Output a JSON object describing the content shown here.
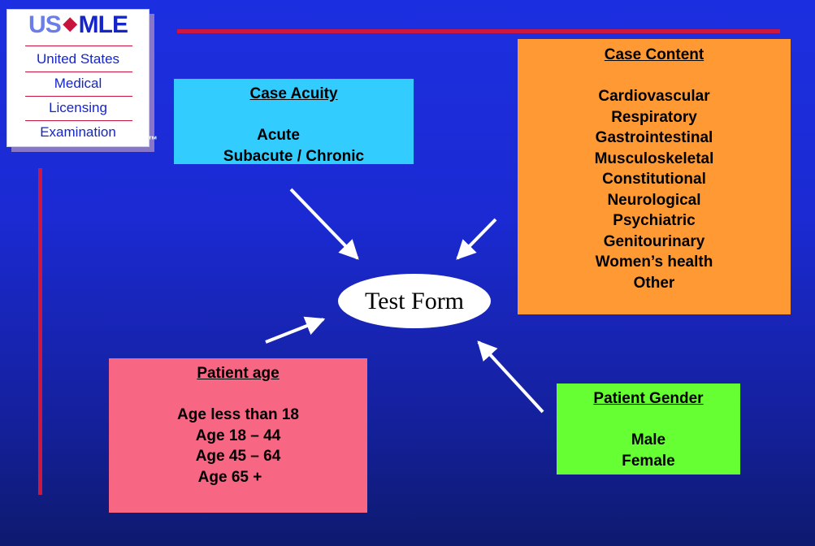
{
  "logo": {
    "title_us": "US",
    "title_diamond": "◆",
    "title_mle": "MLE",
    "lines": [
      "United States",
      "Medical",
      "Licensing",
      "Examination"
    ],
    "trademark": "™"
  },
  "colors": {
    "background": "#1b2ad2",
    "accent_red": "#cc1840",
    "acuity_box": "#33ccff",
    "content_box": "#ff9933",
    "age_box": "#f76682",
    "gender_box": "#66ff33"
  },
  "center_node": {
    "label": "Test Form"
  },
  "case_acuity": {
    "heading": "Case Acuity",
    "items": [
      "Acute",
      "Subacute / Chronic"
    ]
  },
  "case_content": {
    "heading": "Case Content",
    "items": [
      "Cardiovascular",
      "Respiratory",
      "Gastrointestinal",
      "Musculoskeletal",
      "Constitutional",
      "Neurological",
      "Psychiatric",
      "Genitourinary",
      "Women’s health",
      "Other"
    ]
  },
  "patient_age": {
    "heading": "Patient age",
    "items": [
      "Age less than 18",
      "Age 18 – 44",
      "Age 45 – 64",
      "Age 65 +"
    ]
  },
  "patient_gender": {
    "heading": "Patient Gender",
    "items": [
      "Male",
      "Female"
    ]
  }
}
